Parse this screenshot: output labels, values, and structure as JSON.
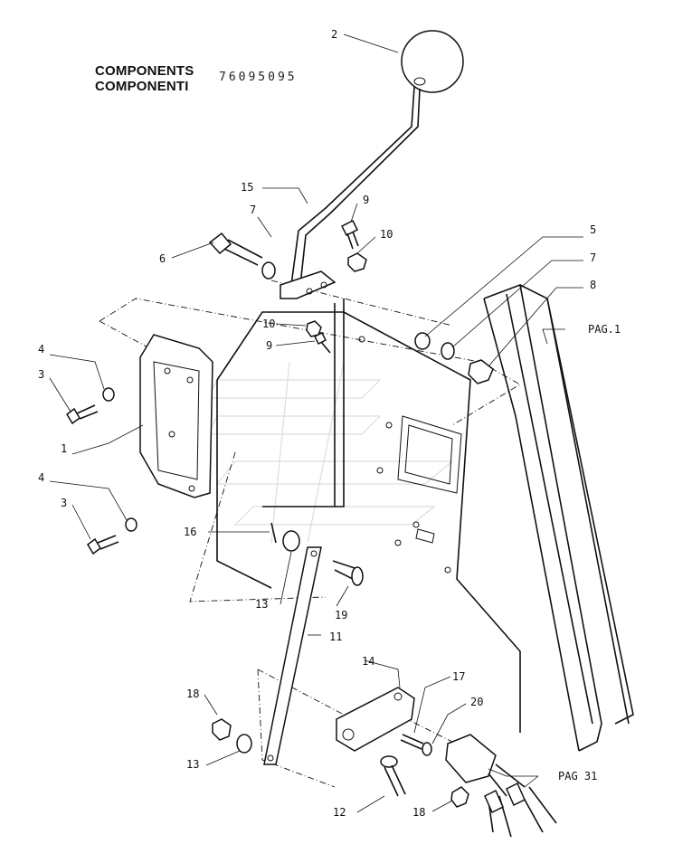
{
  "header": {
    "title_en": "COMPONENTS",
    "title_it": "COMPONENTI",
    "part_number": "76095095"
  },
  "callouts": {
    "c1": "1",
    "c2": "2",
    "c3a": "3",
    "c3b": "3",
    "c4a": "4",
    "c4b": "4",
    "c5": "5",
    "c6": "6",
    "c7a": "7",
    "c7b": "7",
    "c8": "8",
    "c9a": "9",
    "c9b": "9",
    "c10a": "10",
    "c10b": "10",
    "c11": "11",
    "c12": "12",
    "c13a": "13",
    "c13b": "13",
    "c14": "14",
    "c15": "15",
    "c16": "16",
    "c17": "17",
    "c18a": "18",
    "c18b": "18",
    "c19": "19",
    "c20": "20",
    "pag1": "PAG.1",
    "pag31": "PAG 31"
  }
}
